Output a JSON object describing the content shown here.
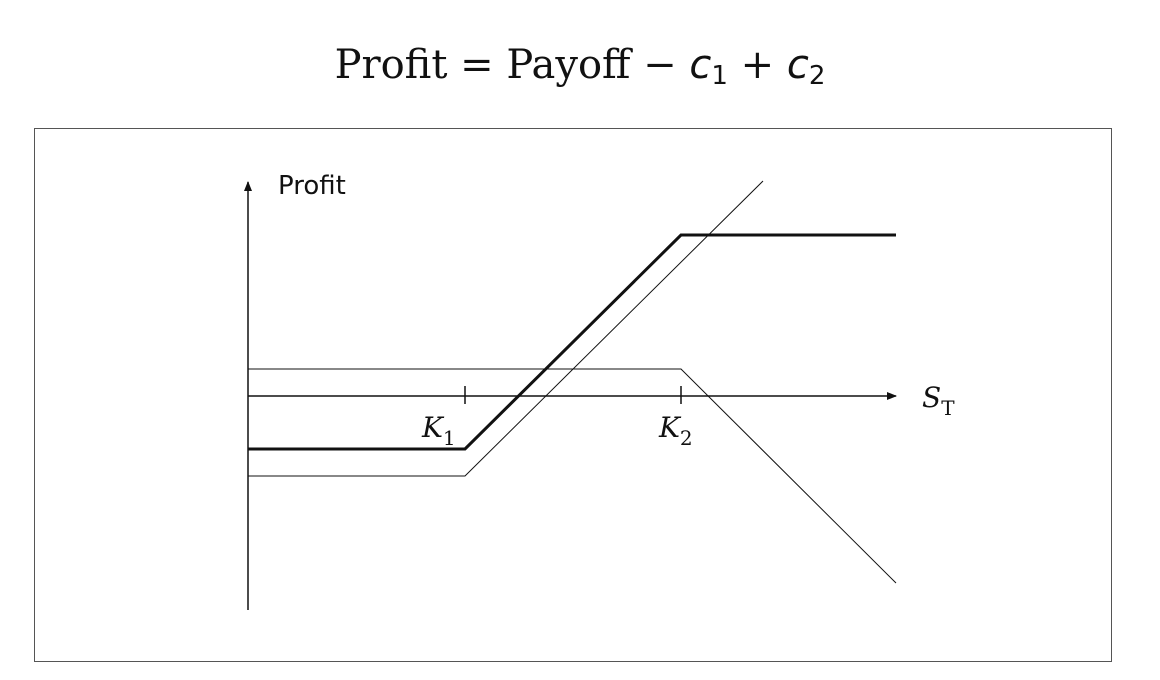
{
  "title": {
    "prefix": "Profit = Payoff − ",
    "c1_var": "c",
    "c1_sub": "1",
    "mid": " + ",
    "c2_var": "c",
    "c2_sub": "2"
  },
  "diagram": {
    "y_axis_label": "Profit",
    "x_axis_label_main": "S",
    "x_axis_label_sub": "T",
    "k1_main": "K",
    "k1_sub": "1",
    "k2_main": "K",
    "k2_sub": "2"
  }
}
